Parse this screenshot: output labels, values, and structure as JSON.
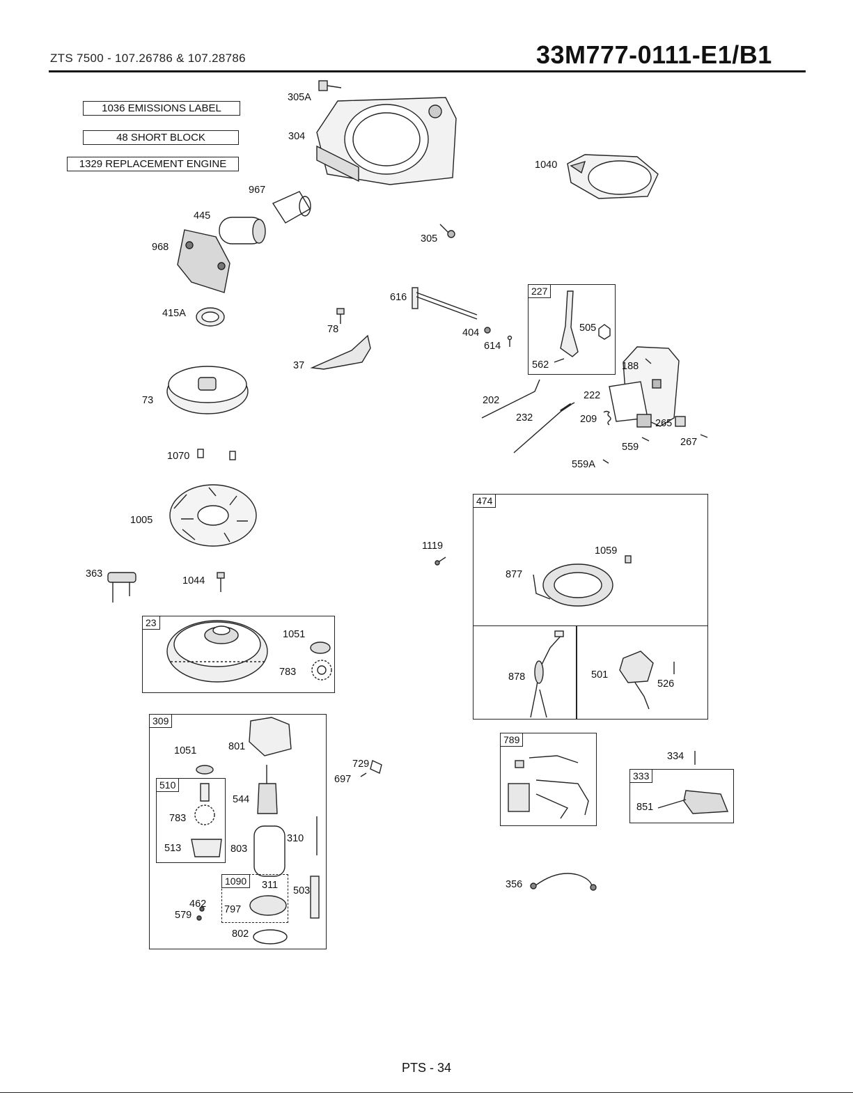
{
  "header": {
    "model": "ZTS 7500 - 107.26786 & 107.28786",
    "code": "33M777-0111-E1/B1"
  },
  "legend_boxes": [
    "1036 EMISSIONS LABEL",
    "48 SHORT BLOCK",
    "1329 REPLACEMENT ENGINE"
  ],
  "labels": {
    "l305A": "305A",
    "l304": "304",
    "l1040": "1040",
    "l967": "967",
    "l445": "445",
    "l968": "968",
    "l305": "305",
    "l616": "616",
    "l415A": "415A",
    "l78": "78",
    "l37": "37",
    "l404": "404",
    "l614": "614",
    "l505": "505",
    "l562": "562",
    "l188": "188",
    "l73": "73",
    "l202": "202",
    "l222": "222",
    "l232": "232",
    "l209": "209",
    "l265": "265",
    "l267": "267",
    "l559": "559",
    "l559A": "559A",
    "l1070": "1070",
    "l1005": "1005",
    "l1119": "1119",
    "l1059": "1059",
    "l877": "877",
    "l363": "363",
    "l1044": "1044",
    "l1051a": "1051",
    "l783a": "783",
    "l878": "878",
    "l501": "501",
    "l526": "526",
    "l1051b": "1051",
    "l801": "801",
    "l729": "729",
    "l697": "697",
    "l544": "544",
    "l783b": "783",
    "l513": "513",
    "l803": "803",
    "l310": "310",
    "l311": "311",
    "l503": "503",
    "l797": "797",
    "l462": "462",
    "l579": "579",
    "l802": "802",
    "l334": "334",
    "l851": "851",
    "l356": "356"
  },
  "kits": {
    "k227": "227",
    "k474": "474",
    "k23": "23",
    "k309": "309",
    "k510": "510",
    "k1090": "1090",
    "k789": "789",
    "k333": "333"
  },
  "footer": "PTS - 34"
}
